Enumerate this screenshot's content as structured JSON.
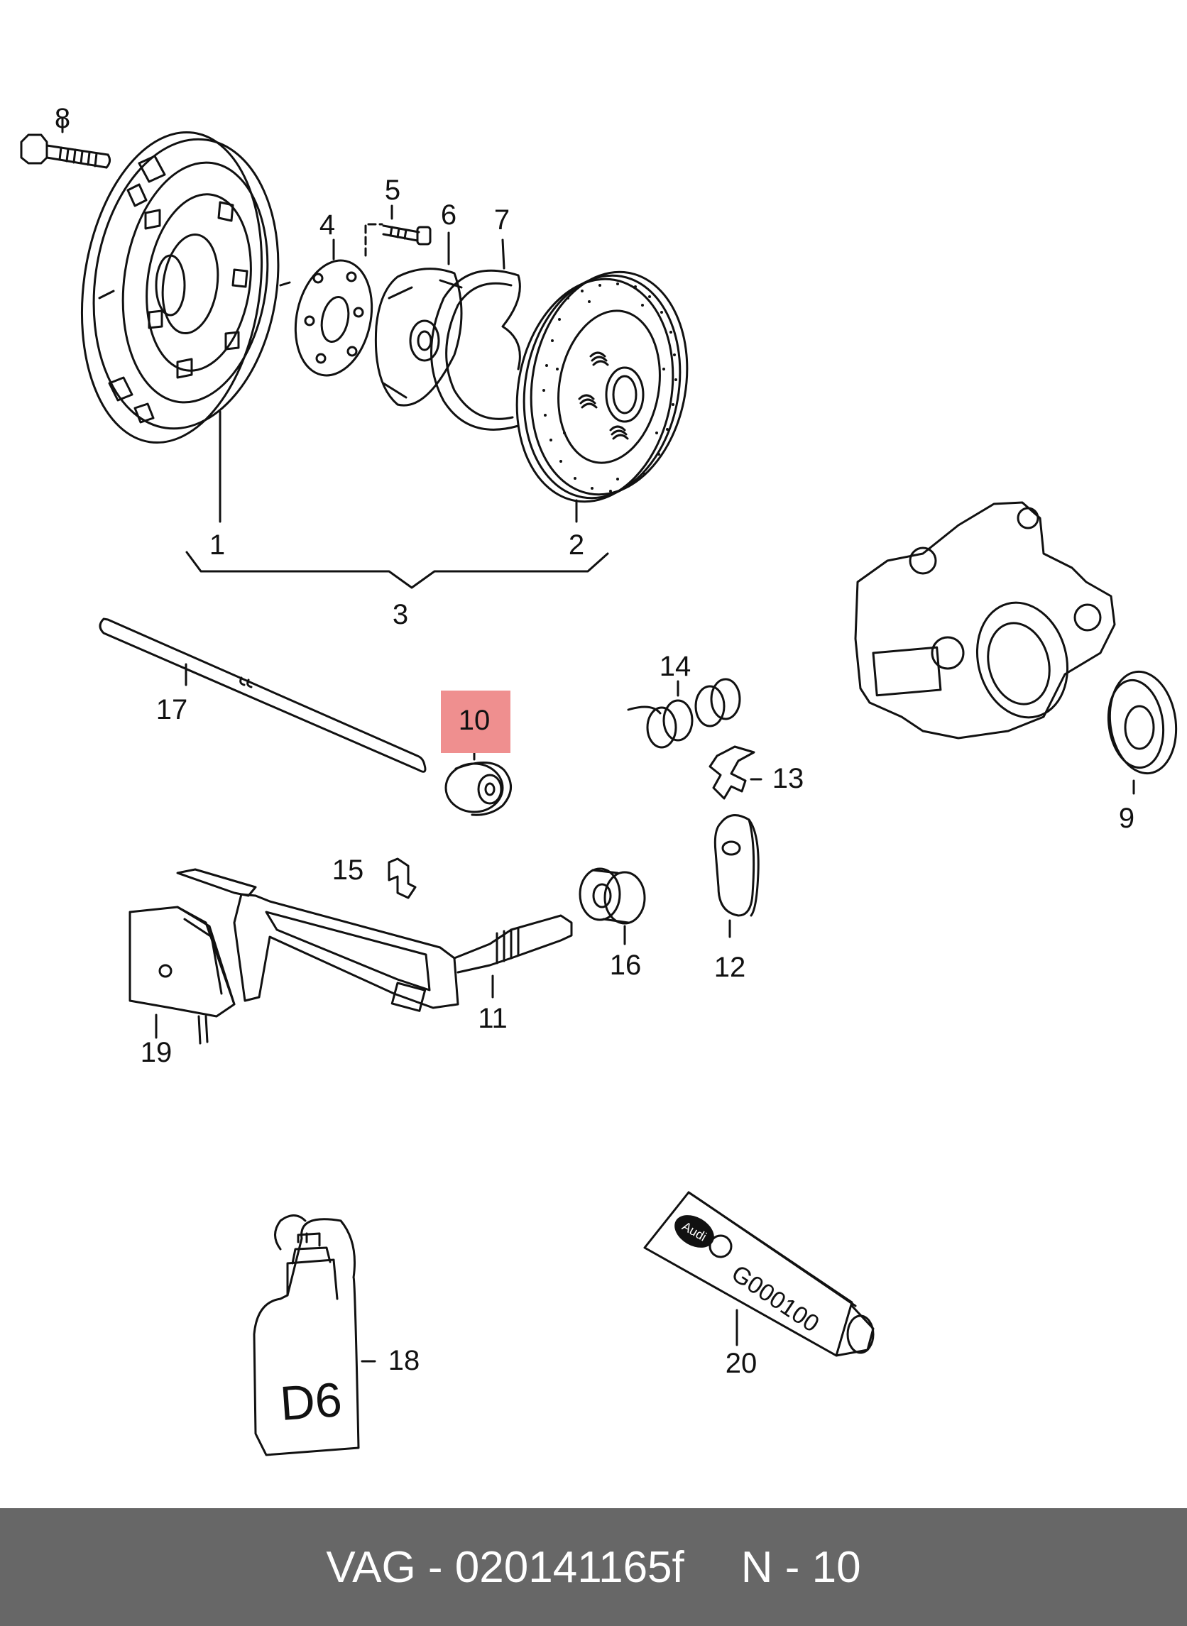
{
  "colors": {
    "line": "#111111",
    "highlight": "#ef8f8f",
    "footer_bg": "#676767",
    "footer_text": "#ffffff"
  },
  "labels": [
    "1",
    "2",
    "3",
    "4",
    "5",
    "6",
    "7",
    "8",
    "9",
    "10",
    "11",
    "12",
    "13",
    "14",
    "15",
    "16",
    "17",
    "18",
    "19",
    "20"
  ],
  "highlighted_label": "10",
  "product_text": {
    "bottle": "D6",
    "tube_brand": "Audi",
    "tube_code": "G000100"
  },
  "footer": {
    "part_number": "VAG - 020141165f",
    "position": "N - 10"
  }
}
